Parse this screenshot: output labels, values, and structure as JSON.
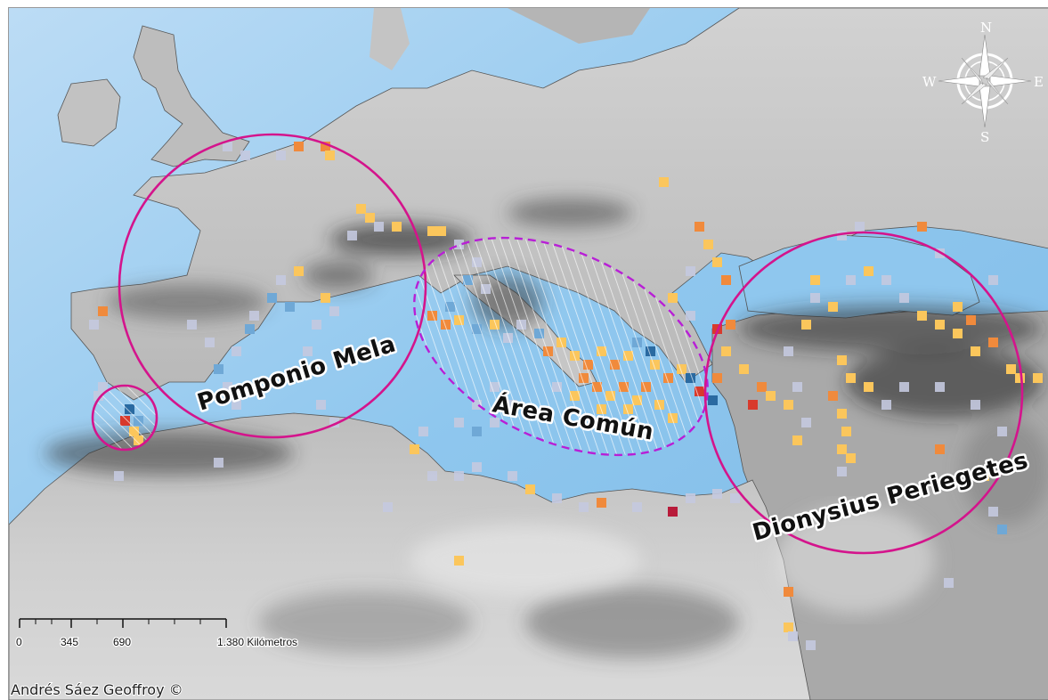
{
  "map": {
    "regions": [
      {
        "id": "pomponio",
        "label": "Pomponio Mela"
      },
      {
        "id": "comun",
        "label": "Área Común"
      },
      {
        "id": "dionysius",
        "label": "Dionysius Periegetes"
      }
    ],
    "scale_bar": {
      "ticks": [
        "0",
        "345",
        "690",
        "1.380 Kilómetros"
      ]
    },
    "compass": {
      "north": "N",
      "south": "S",
      "east": "E",
      "west": "W"
    },
    "credit": "Andrés Sáez Geoffroy ©",
    "colors": {
      "sea": "#8fc7ee",
      "ring": "#d4148c",
      "ring_dashed": "#b81fd6",
      "cell_light": "#c4c9df",
      "cell_blue": "#6fa8d6",
      "cell_dark_blue": "#2a6aa1",
      "cell_yellow": "#fbc65c",
      "cell_orange": "#f08a3c",
      "cell_red": "#d83a2c",
      "cell_crimson": "#b81b3a"
    }
  }
}
